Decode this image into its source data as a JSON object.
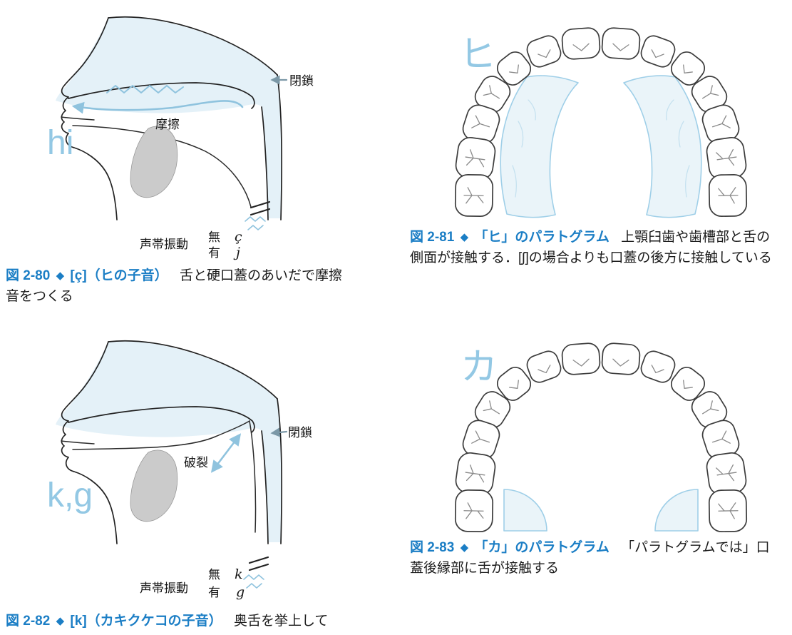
{
  "colors": {
    "accent_blue": "#93c8e4",
    "caption_blue": "#1b7ec5",
    "diagram_wash": "#e4f1f8",
    "tongue_gray": "#cbcbcb"
  },
  "figures": {
    "fig2_80": {
      "big_label": "hi",
      "closure_label": "閉鎖",
      "friction_label": "摩擦",
      "vocal_label": "声帯振動",
      "voiceless_label": "無",
      "voiced_label": "有",
      "voiceless_symbol": "ç",
      "voiced_symbol": "j",
      "caption_no": "図 2-80",
      "caption_diamond": "◆",
      "caption_title": "[ç]（ヒの子音）",
      "caption_body": "舌と硬口蓋のあいだで摩擦音をつくる"
    },
    "fig2_81": {
      "big_label": "ヒ",
      "caption_no": "図 2-81",
      "caption_diamond": "◆",
      "caption_title": "「ヒ」のパラトグラム",
      "caption_body": "上顎臼歯や歯槽部と舌の側面が接触する．[ʃ]の場合よりも口蓋の後方に接触している"
    },
    "fig2_82": {
      "big_label": "k,g",
      "closure_label": "閉鎖",
      "plosion_label": "破裂",
      "vocal_label": "声帯振動",
      "voiceless_label": "無",
      "voiced_label": "有",
      "voiceless_symbol": "k",
      "voiced_symbol": "g",
      "caption_no": "図 2-82",
      "caption_diamond": "◆",
      "caption_title": "[k]（カキクケコの子音）",
      "caption_body": "奥舌を挙上して"
    },
    "fig2_83": {
      "big_label": "カ",
      "caption_no": "図 2-83",
      "caption_diamond": "◆",
      "caption_title": "「カ」のパラトグラム",
      "caption_body": "「パラトグラムでは」口蓋後縁部に舌が接触する"
    }
  }
}
